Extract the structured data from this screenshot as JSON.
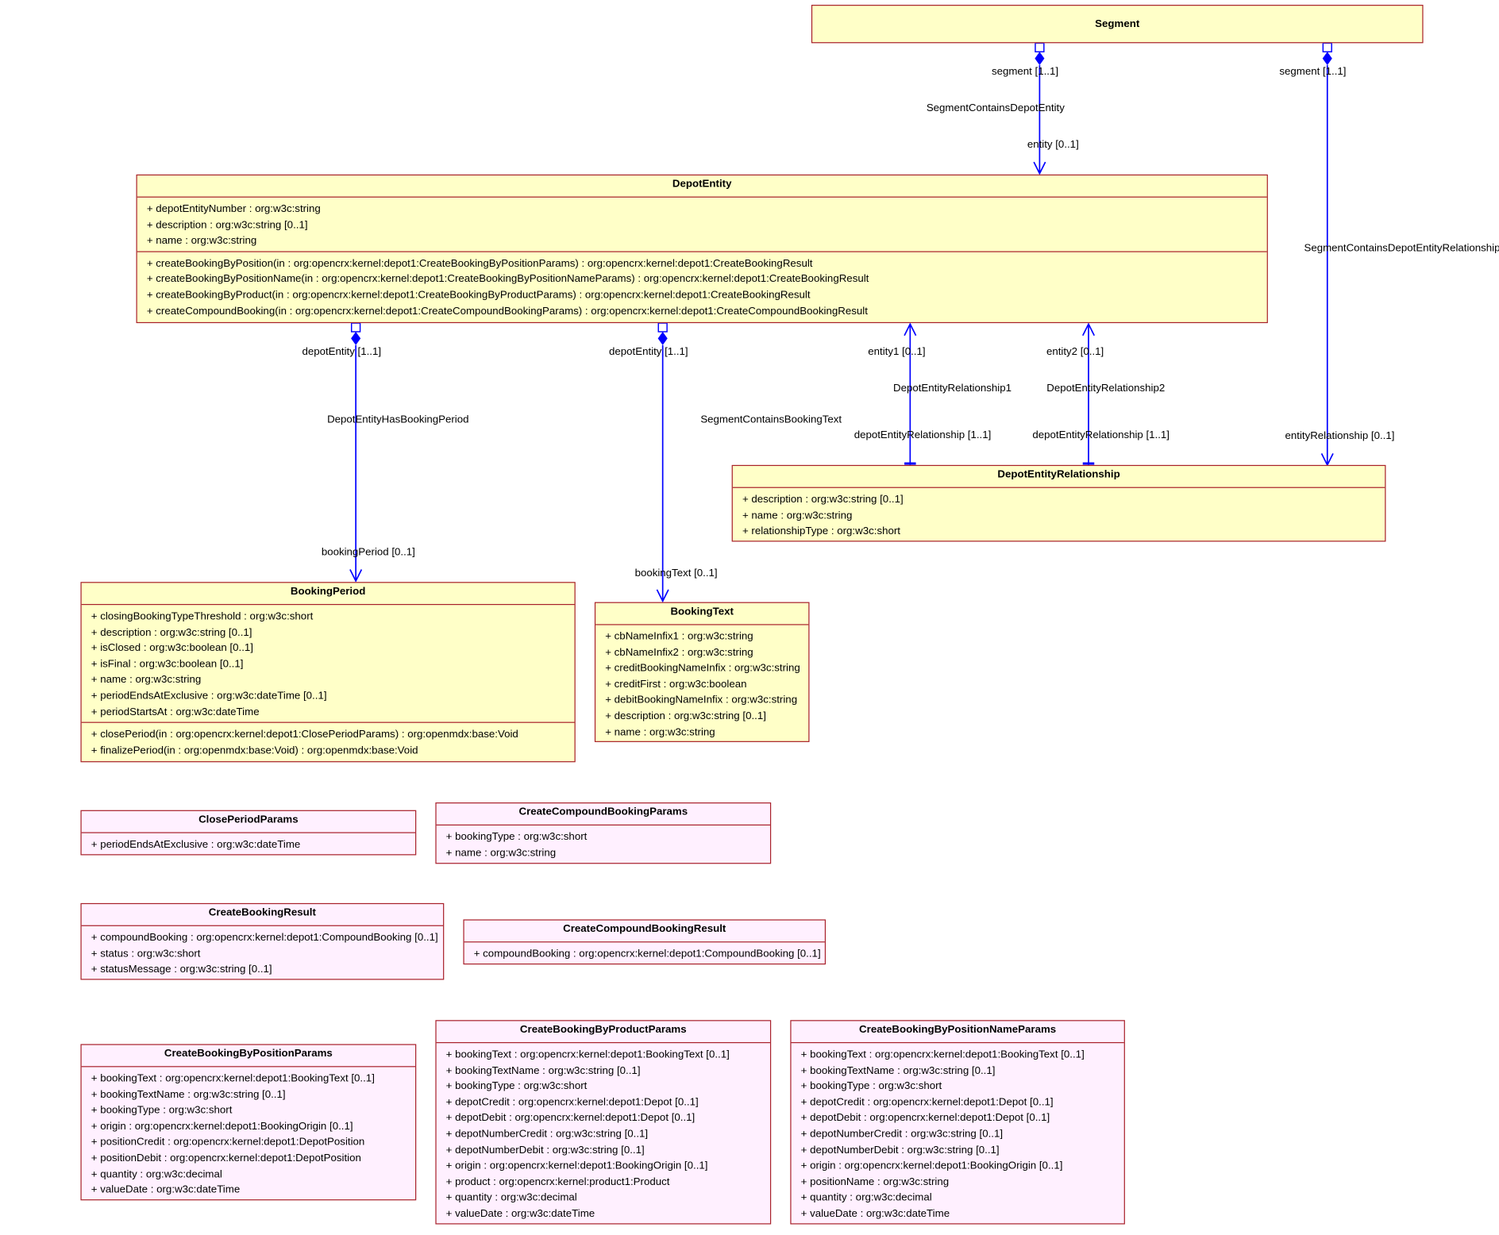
{
  "classes": [
    {
      "name": "Segment",
      "kind": "entity",
      "attributes": [],
      "operations": []
    },
    {
      "name": "DepotEntity",
      "kind": "entity",
      "attributes": [
        "+ depotEntityNumber : org:w3c:string",
        "+ description : org:w3c:string [0..1]",
        "+ name : org:w3c:string"
      ],
      "operations": [
        "+ createBookingByPosition(in : org:opencrx:kernel:depot1:CreateBookingByPositionParams) : org:opencrx:kernel:depot1:CreateBookingResult",
        "+ createBookingByPositionName(in : org:opencrx:kernel:depot1:CreateBookingByPositionNameParams) : org:opencrx:kernel:depot1:CreateBookingResult",
        "+ createBookingByProduct(in : org:opencrx:kernel:depot1:CreateBookingByProductParams) : org:opencrx:kernel:depot1:CreateBookingResult",
        "+ createCompoundBooking(in : org:opencrx:kernel:depot1:CreateCompoundBookingParams) : org:opencrx:kernel:depot1:CreateCompoundBookingResult"
      ]
    },
    {
      "name": "DepotEntityRelationship",
      "kind": "entity",
      "attributes": [
        "+ description : org:w3c:string [0..1]",
        "+ name : org:w3c:string",
        "+ relationshipType : org:w3c:short"
      ],
      "operations": []
    },
    {
      "name": "BookingPeriod",
      "kind": "entity",
      "attributes": [
        "+ closingBookingTypeThreshold : org:w3c:short",
        "+ description : org:w3c:string [0..1]",
        "+ isClosed : org:w3c:boolean [0..1]",
        "+ isFinal : org:w3c:boolean [0..1]",
        "+ name : org:w3c:string",
        "+ periodEndsAtExclusive : org:w3c:dateTime [0..1]",
        "+ periodStartsAt : org:w3c:dateTime"
      ],
      "operations": [
        "+ closePeriod(in : org:opencrx:kernel:depot1:ClosePeriodParams) : org:openmdx:base:Void",
        "+ finalizePeriod(in : org:openmdx:base:Void) : org:openmdx:base:Void"
      ]
    },
    {
      "name": "BookingText",
      "kind": "entity",
      "attributes": [
        "+ cbNameInfix1 : org:w3c:string",
        "+ cbNameInfix2 : org:w3c:string",
        "+ creditBookingNameInfix : org:w3c:string",
        "+ creditFirst : org:w3c:boolean",
        "+ debitBookingNameInfix : org:w3c:string",
        "+ description : org:w3c:string [0..1]",
        "+ name : org:w3c:string"
      ],
      "operations": []
    },
    {
      "name": "ClosePeriodParams",
      "kind": "param",
      "attributes": [
        "+ periodEndsAtExclusive : org:w3c:dateTime"
      ],
      "operations": []
    },
    {
      "name": "CreateCompoundBookingParams",
      "kind": "param",
      "attributes": [
        "+ bookingType : org:w3c:short",
        "+ name : org:w3c:string"
      ],
      "operations": []
    },
    {
      "name": "CreateBookingResult",
      "kind": "param",
      "attributes": [
        "+ compoundBooking : org:opencrx:kernel:depot1:CompoundBooking [0..1]",
        "+ status : org:w3c:short",
        "+ statusMessage : org:w3c:string [0..1]"
      ],
      "operations": []
    },
    {
      "name": "CreateCompoundBookingResult",
      "kind": "param",
      "attributes": [
        "+ compoundBooking : org:opencrx:kernel:depot1:CompoundBooking [0..1]"
      ],
      "operations": []
    },
    {
      "name": "CreateBookingByPositionParams",
      "kind": "param",
      "attributes": [
        "+ bookingText : org:opencrx:kernel:depot1:BookingText [0..1]",
        "+ bookingTextName : org:w3c:string [0..1]",
        "+ bookingType : org:w3c:short",
        "+ origin : org:opencrx:kernel:depot1:BookingOrigin [0..1]",
        "+ positionCredit : org:opencrx:kernel:depot1:DepotPosition",
        "+ positionDebit : org:opencrx:kernel:depot1:DepotPosition",
        "+ quantity : org:w3c:decimal",
        "+ valueDate : org:w3c:dateTime"
      ],
      "operations": []
    },
    {
      "name": "CreateBookingByProductParams",
      "kind": "param",
      "attributes": [
        "+ bookingText : org:opencrx:kernel:depot1:BookingText [0..1]",
        "+ bookingTextName : org:w3c:string [0..1]",
        "+ bookingType : org:w3c:short",
        "+ depotCredit : org:opencrx:kernel:depot1:Depot [0..1]",
        "+ depotDebit : org:opencrx:kernel:depot1:Depot [0..1]",
        "+ depotNumberCredit : org:w3c:string [0..1]",
        "+ depotNumberDebit : org:w3c:string [0..1]",
        "+ origin : org:opencrx:kernel:depot1:BookingOrigin [0..1]",
        "+ product : org:opencrx:kernel:product1:Product",
        "+ quantity : org:w3c:decimal",
        "+ valueDate : org:w3c:dateTime"
      ],
      "operations": []
    },
    {
      "name": "CreateBookingByPositionNameParams",
      "kind": "param",
      "attributes": [
        "+ bookingText : org:opencrx:kernel:depot1:BookingText [0..1]",
        "+ bookingTextName : org:w3c:string [0..1]",
        "+ bookingType : org:w3c:short",
        "+ depotCredit : org:opencrx:kernel:depot1:Depot [0..1]",
        "+ depotDebit : org:opencrx:kernel:depot1:Depot [0..1]",
        "+ depotNumberCredit : org:w3c:string [0..1]",
        "+ depotNumberDebit : org:w3c:string [0..1]",
        "+ origin : org:opencrx:kernel:depot1:BookingOrigin [0..1]",
        "+ positionName : org:w3c:string",
        "+ quantity : org:w3c:decimal",
        "+ valueDate : org:w3c:dateTime"
      ],
      "operations": []
    }
  ],
  "associations": [
    {
      "name": "SegmentContainsDepotEntity",
      "source_role": "segment [1..1]",
      "target_role": "entity [0..1]"
    },
    {
      "name": "SegmentContainsDepotEntityRelationship",
      "source_role": "segment [1..1]",
      "target_role": "entityRelationship [0..1]"
    },
    {
      "name": "DepotEntityHasBookingPeriod",
      "source_role": "depotEntity [1..1]",
      "target_role": "bookingPeriod [0..1]"
    },
    {
      "name": "SegmentContainsBookingText",
      "source_role": "depotEntity [1..1]",
      "target_role": "bookingText [0..1]"
    },
    {
      "name": "DepotEntityRelationship1",
      "source_role": "depotEntityRelationship [1..1]",
      "target_role": "entity1 [0..1]"
    },
    {
      "name": "DepotEntityRelationship2",
      "source_role": "depotEntityRelationship [1..1]",
      "target_role": "entity2 [0..1]"
    }
  ],
  "colors": {
    "entity_fill": "#ffffc8",
    "param_fill": "#fff0ff",
    "border": "#a8202a",
    "link": "#0000ff"
  }
}
